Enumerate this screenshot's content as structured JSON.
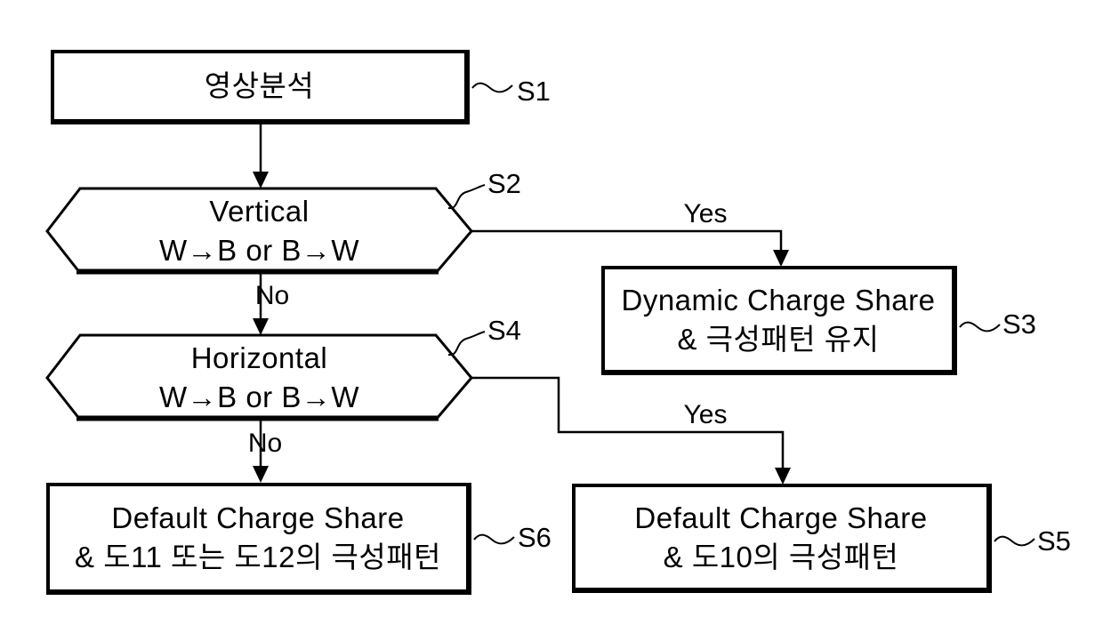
{
  "colors": {
    "background": "#ffffff",
    "ink": "#000000"
  },
  "nodes": {
    "s1": {
      "step": "S1",
      "type": "process",
      "lines": [
        "영상분석"
      ]
    },
    "s2": {
      "step": "S2",
      "type": "decision",
      "lines": [
        "Vertical",
        "W→B or B→W"
      ]
    },
    "s3": {
      "step": "S3",
      "type": "process",
      "lines": [
        "Dynamic Charge Share",
        "& 극성패턴 유지"
      ]
    },
    "s4": {
      "step": "S4",
      "type": "decision",
      "lines": [
        "Horizontal",
        "W→B or B→W"
      ]
    },
    "s5": {
      "step": "S5",
      "type": "process",
      "lines": [
        "Default Charge Share",
        "& 도10의 극성패턴"
      ]
    },
    "s6": {
      "step": "S6",
      "type": "process",
      "lines": [
        "Default Charge Share",
        "& 도11 또는 도12의 극성패턴"
      ]
    }
  },
  "edges": {
    "s1_to_s2": {
      "label": ""
    },
    "s2_to_s3": {
      "label": "Yes"
    },
    "s2_to_s4": {
      "label": "No"
    },
    "s4_to_s5": {
      "label": "Yes"
    },
    "s4_to_s6": {
      "label": "No"
    }
  }
}
